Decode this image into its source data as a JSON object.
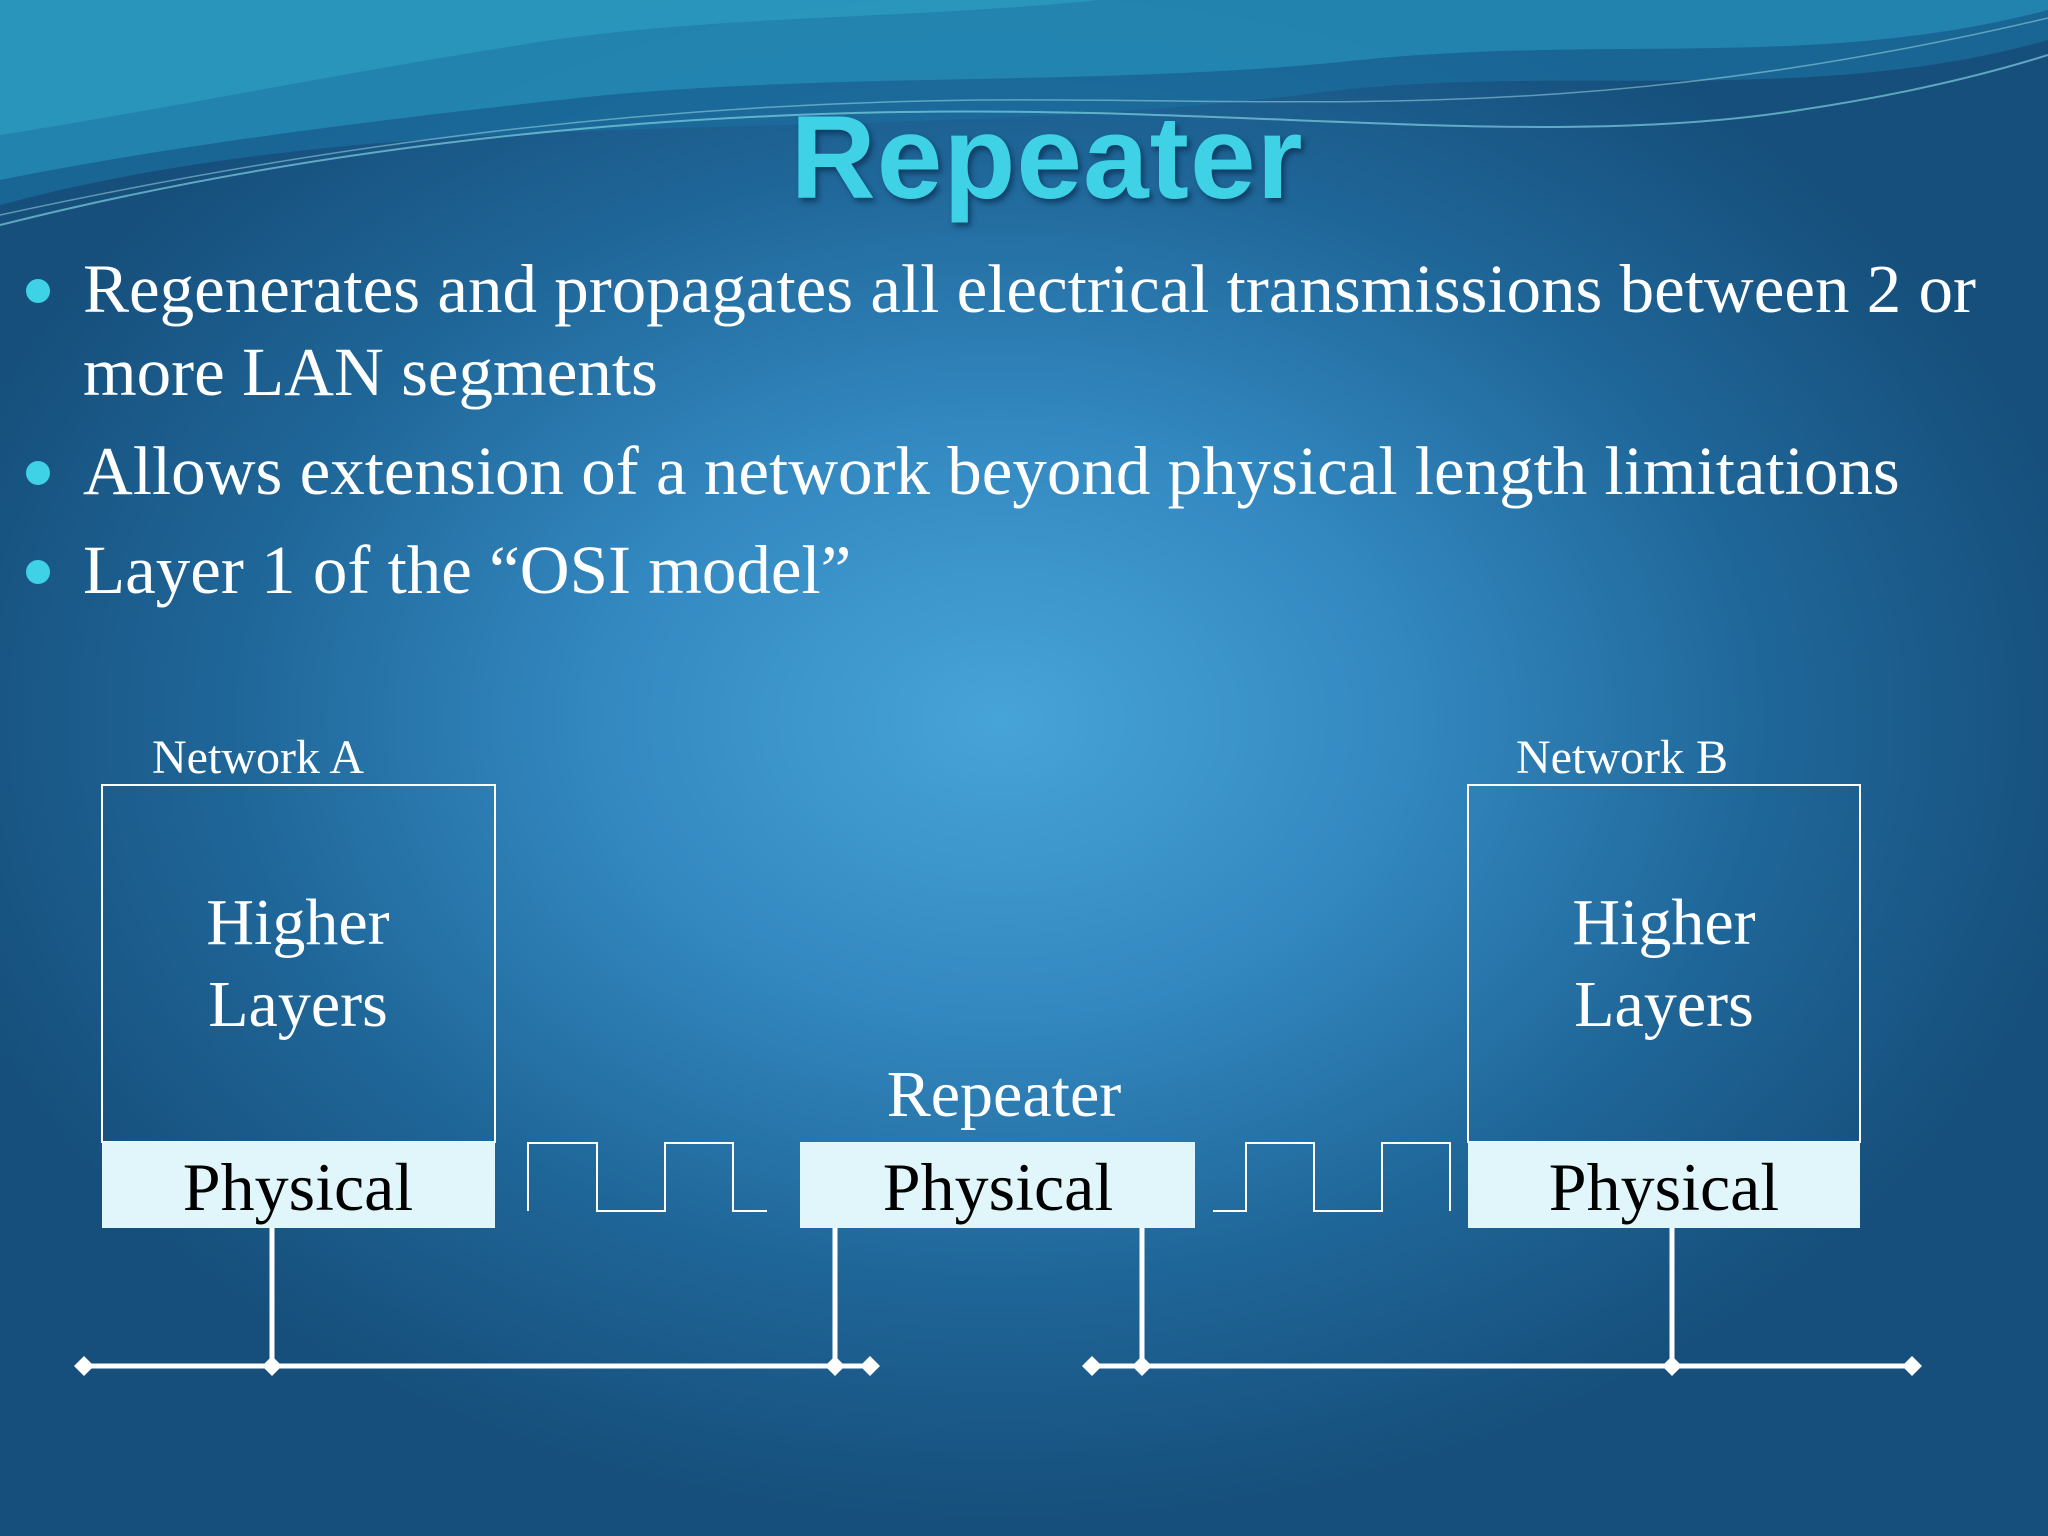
{
  "slide": {
    "title": "Repeater",
    "bullets": [
      "Regenerates and propagates all electrical transmissions between 2 or more LAN segments",
      "Allows extension of a network beyond physical length limitations",
      "Layer 1 of the “OSI model”"
    ]
  },
  "diagram": {
    "network_a": {
      "label": "Network A",
      "upper": [
        "Higher",
        "Layers"
      ],
      "physical": "Physical"
    },
    "repeater": {
      "label": "Repeater",
      "physical": "Physical"
    },
    "network_b": {
      "label": "Network B",
      "upper": [
        "Higher",
        "Layers"
      ],
      "physical": "Physical"
    }
  },
  "colors": {
    "accent": "#3fd2e6",
    "background": "#2f84bc",
    "physical_fill": "#e0f6fa",
    "text": "#ffffff"
  }
}
